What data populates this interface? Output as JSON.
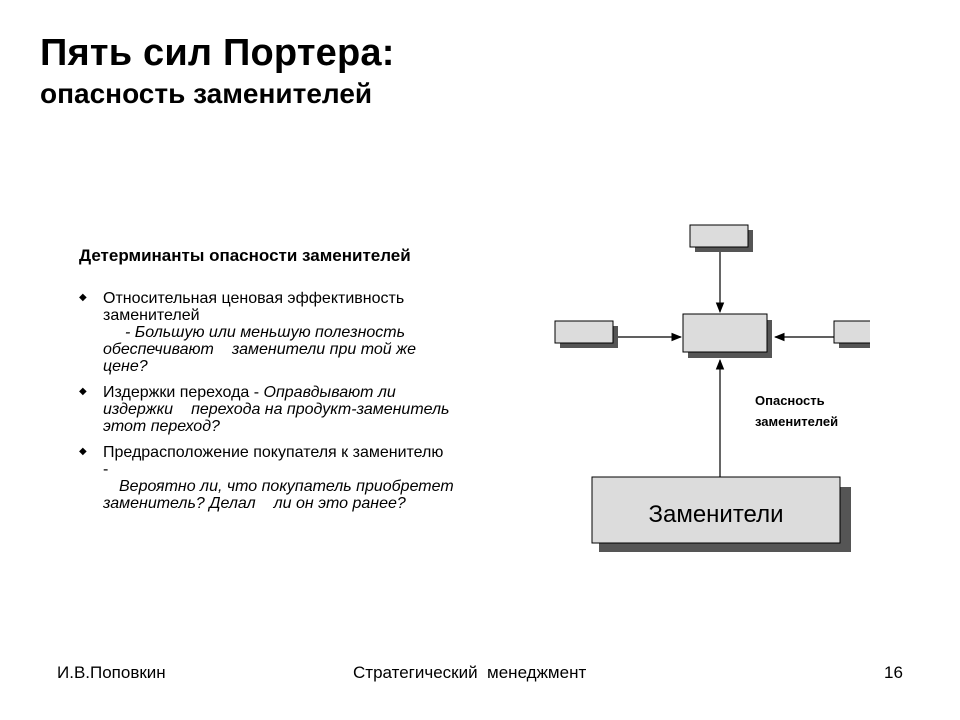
{
  "title": {
    "line1": "Пять сил Портера:",
    "line2": "опасность заменителей"
  },
  "subheading": "Детерминанты опасности заменителей",
  "bullets": [
    {
      "a1": "Относительная ценовая эффективность",
      "a2": "заменителей",
      "b1": "- Большую или меньшую полезность",
      "b2a": "обеспечивают",
      "b2b": "заменители при той же",
      "b3": "цене?"
    },
    {
      "a1": "Издержки перехода - ",
      "a1i": "Оправдывают ли",
      "b1a": "издержки",
      "b1b": "перехода на продукт-заменитель",
      "b2": "этот переход?"
    },
    {
      "a1": "Предрасположение покупателя к заменителю",
      "a2": "-",
      "b1": "Вероятно ли, что покупатель приобретет",
      "b2a": "заменитель? Делал",
      "b2b": "ли он это ранее?"
    }
  ],
  "diagram": {
    "main_box_label": "Заменители",
    "threat_label_line1": "Опасность",
    "threat_label_line2": "заменителей",
    "box_fill": "#dcdcdc",
    "shadow_color": "#555555"
  },
  "footer": {
    "author": "И.В.Поповкин",
    "course": "Стратегический  менеджмент",
    "page": "16"
  }
}
